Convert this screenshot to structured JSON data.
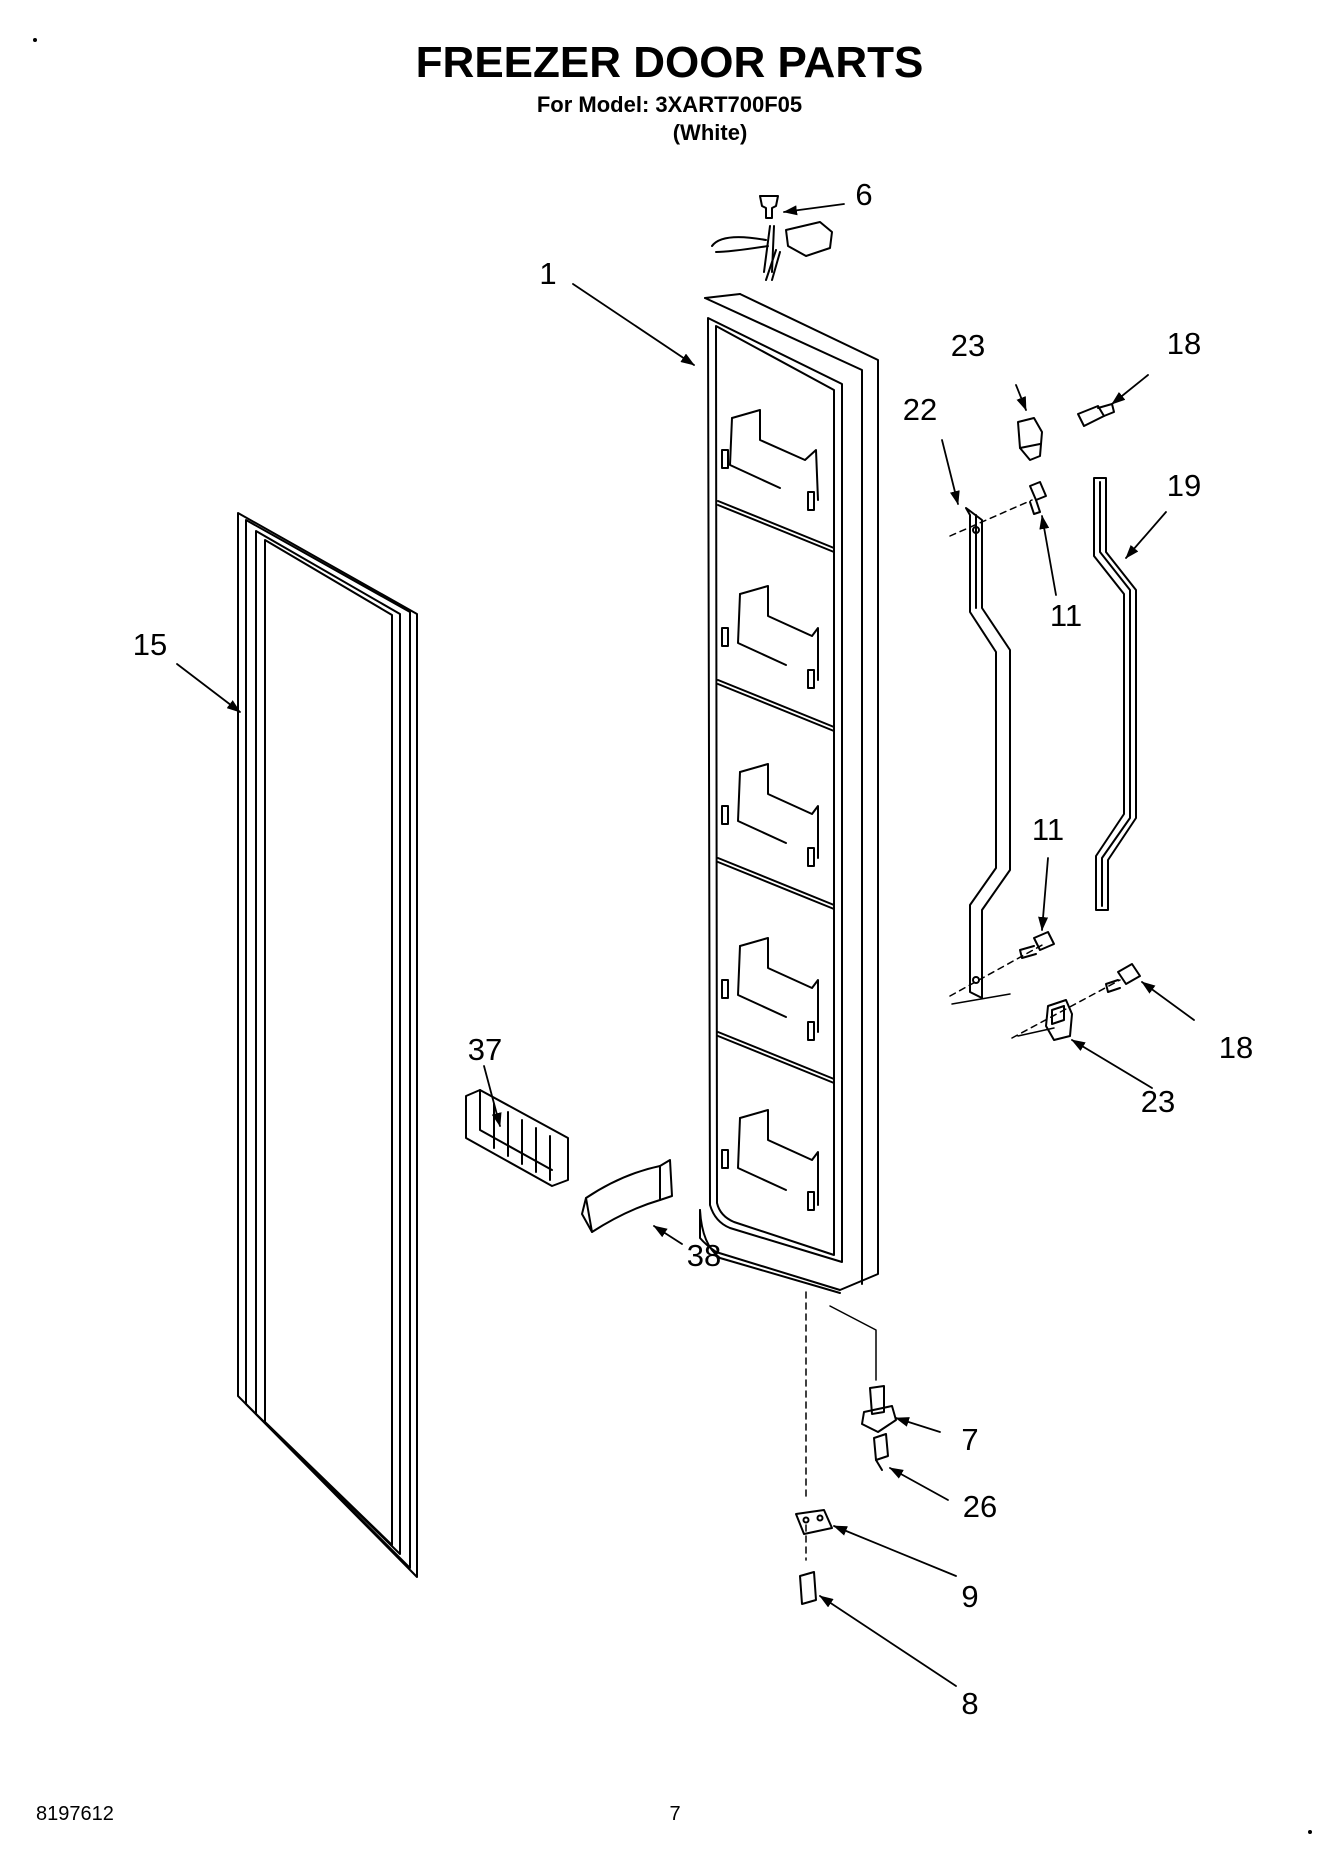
{
  "header": {
    "title": "FREEZER DOOR PARTS",
    "model_line": "For Model: 3XART700F05",
    "variant": "(White)"
  },
  "callouts": [
    {
      "id": "1",
      "text": "1"
    },
    {
      "id": "6",
      "text": "6"
    },
    {
      "id": "23a",
      "text": "23"
    },
    {
      "id": "18a",
      "text": "18"
    },
    {
      "id": "22",
      "text": "22"
    },
    {
      "id": "19",
      "text": "19"
    },
    {
      "id": "11a",
      "text": "11"
    },
    {
      "id": "15",
      "text": "15"
    },
    {
      "id": "11b",
      "text": "11"
    },
    {
      "id": "18b",
      "text": "18"
    },
    {
      "id": "23b",
      "text": "23"
    },
    {
      "id": "37",
      "text": "37"
    },
    {
      "id": "38",
      "text": "38"
    },
    {
      "id": "7",
      "text": "7"
    },
    {
      "id": "26",
      "text": "26"
    },
    {
      "id": "9",
      "text": "9"
    },
    {
      "id": "8",
      "text": "8"
    }
  ],
  "footer": {
    "doc_number": "8197612",
    "page_number": "7"
  }
}
